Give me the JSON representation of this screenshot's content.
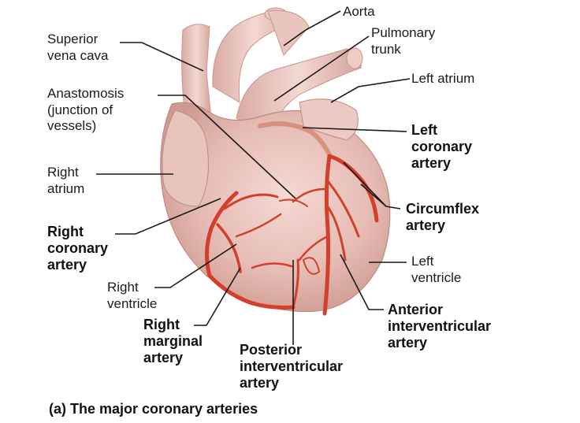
{
  "diagram": {
    "caption": "(a) The major coronary arteries",
    "labels": {
      "aorta": "Aorta",
      "superior_vena_cava": "Superior\nvena cava",
      "pulmonary_trunk": "Pulmonary\ntrunk",
      "left_atrium": "Left atrium",
      "anastomosis": "Anastomosis\n(junction of\nvessels)",
      "left_coronary_artery": "Left\ncoronary\nartery",
      "right_atrium": "Right\natrium",
      "circumflex_artery": "Circumflex\nartery",
      "right_coronary_artery": "Right\ncoronary\nartery",
      "left_ventricle": "Left\nventricle",
      "right_ventricle": "Right\nventricle",
      "anterior_interventricular_artery": "Anterior\ninterventricular\nartery",
      "right_marginal_artery": "Right\nmarginal\nartery",
      "posterior_interventricular_artery": "Posterior\ninterventricular\nartery"
    },
    "colors": {
      "heart_tissue": "#e8c2bb",
      "artery": "#d2402c",
      "leader_line": "#1a1a1a"
    }
  }
}
